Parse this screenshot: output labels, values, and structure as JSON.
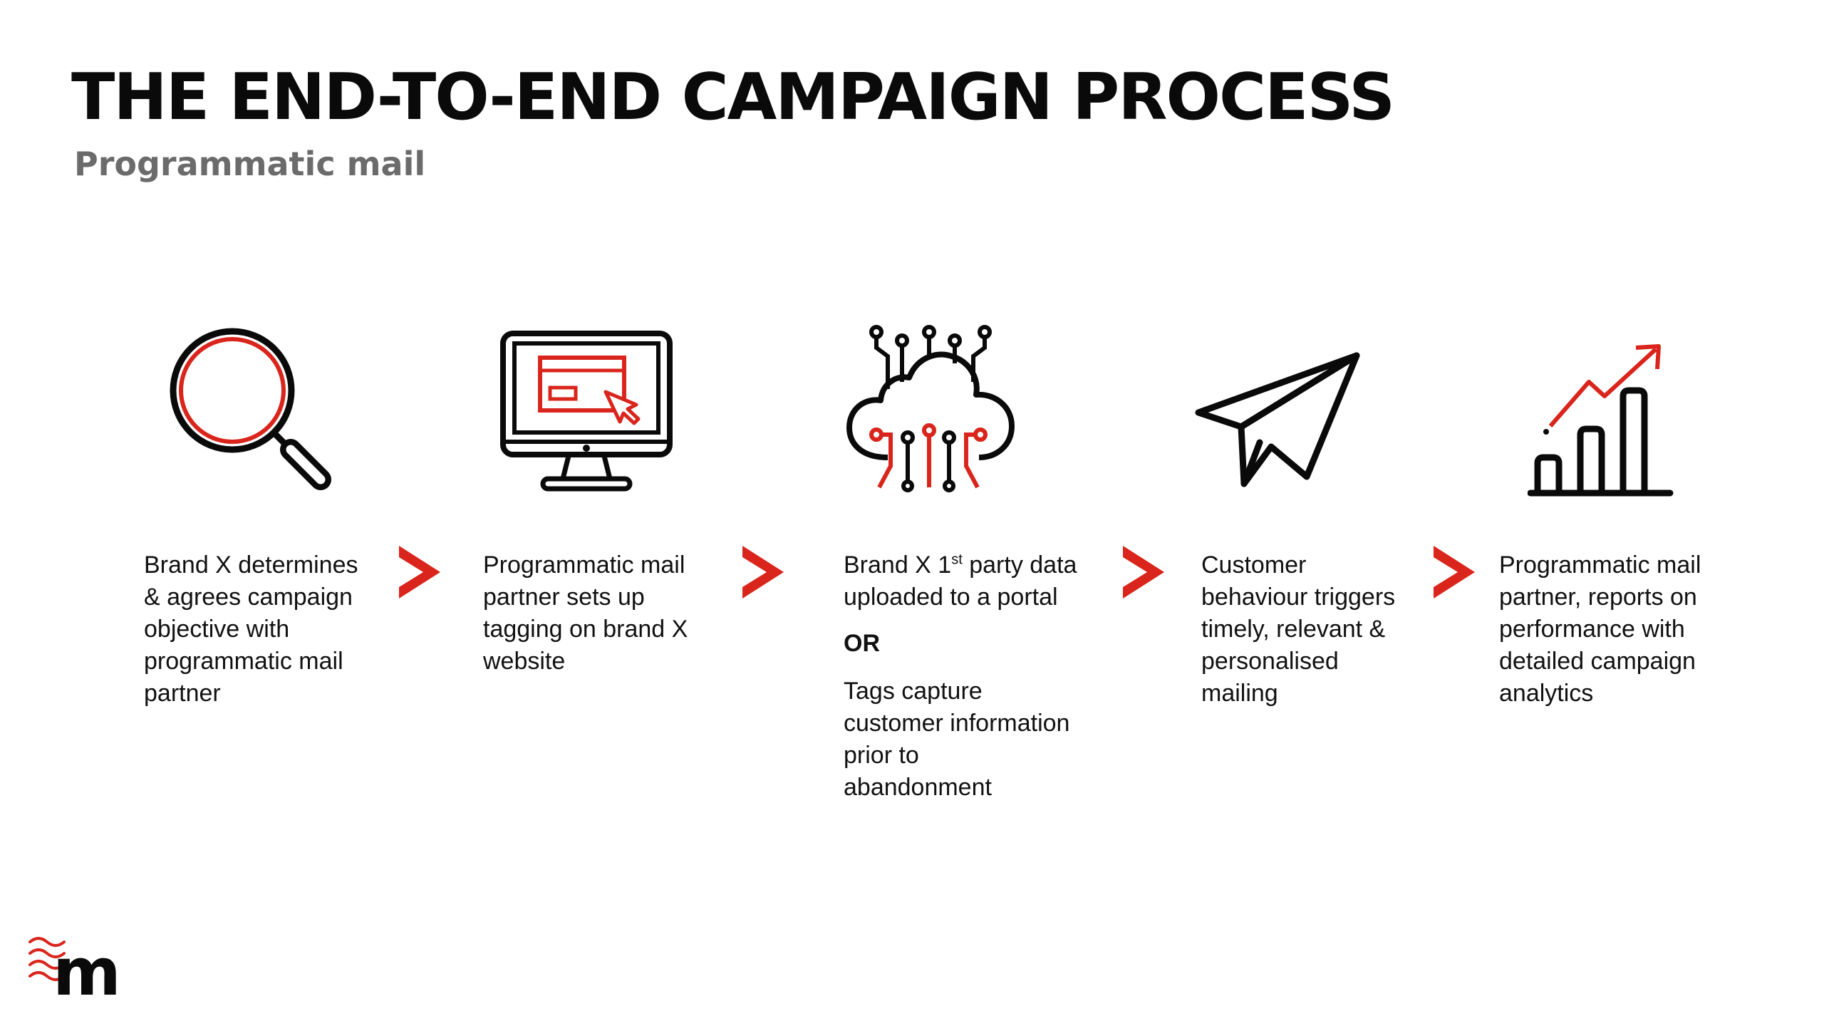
{
  "slide": {
    "title": "THE END-TO-END CAMPAIGN PROCESS",
    "subtitle": "Programmatic mail"
  },
  "colors": {
    "accent": "#d9251c",
    "text": "#111111",
    "subtitle": "#6b6b6b",
    "background": "#ffffff"
  },
  "steps": [
    {
      "icon": "magnifying-glass-icon",
      "text": "Brand X determines & agrees campaign objective with programmatic mail partner"
    },
    {
      "icon": "monitor-icon",
      "text": "Programmatic mail partner sets up tagging on brand X website"
    },
    {
      "icon": "cloud-data-icon",
      "text_pre": "Brand X 1",
      "text_sup": "st",
      "text_post": " party data uploaded to a portal",
      "or_label": "OR",
      "extra": "Tags capture customer information prior to abandonment"
    },
    {
      "icon": "paper-plane-icon",
      "text": "Customer behaviour triggers timely, relevant & personalised mailing"
    },
    {
      "icon": "growth-chart-icon",
      "text": "Programmatic mail partner, reports on performance with detailed campaign analytics"
    }
  ],
  "arrows": [
    "chevron-right-icon",
    "chevron-right-icon",
    "chevron-right-icon",
    "chevron-right-icon"
  ],
  "logo": {
    "icon": "m-logo-icon",
    "text": "m"
  }
}
